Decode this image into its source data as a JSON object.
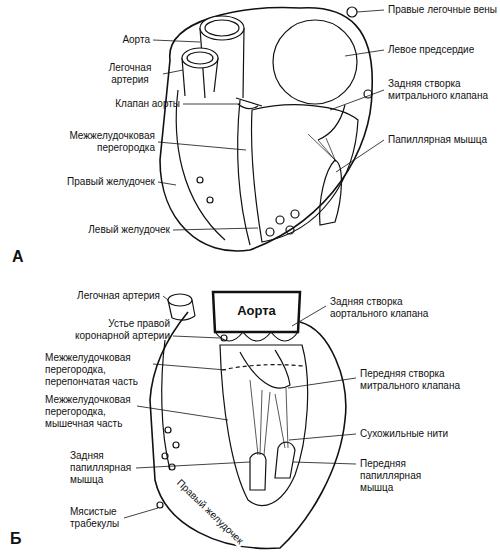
{
  "diagram": {
    "labels": [
      "Аорта",
      "Легочная артерия",
      "Клапан аорты",
      "Межжелудочковая перегородка",
      "Правый желудочек",
      "Левый желудочек",
      "Правые легочные вены",
      "Левое предсердие",
      "Задняя створка митрального клапана",
      "Папиллярная мышца",
      "А",
      "Легочная артерия",
      "Аорта",
      "Задняя створка аортального клапана",
      "Устье правой коронарной артерии",
      "Межжелудочковая перегородка, перепончатая часть",
      "Межжелудочковая перегородка, мышечная часть",
      "Передняя створка митрального клапана",
      "Сухожильные нити",
      "Передняя папиллярная мышца",
      "Задняя папиллярная мышца",
      "Правый желудочек",
      "Мясистые трабекулы",
      "Б"
    ]
  }
}
